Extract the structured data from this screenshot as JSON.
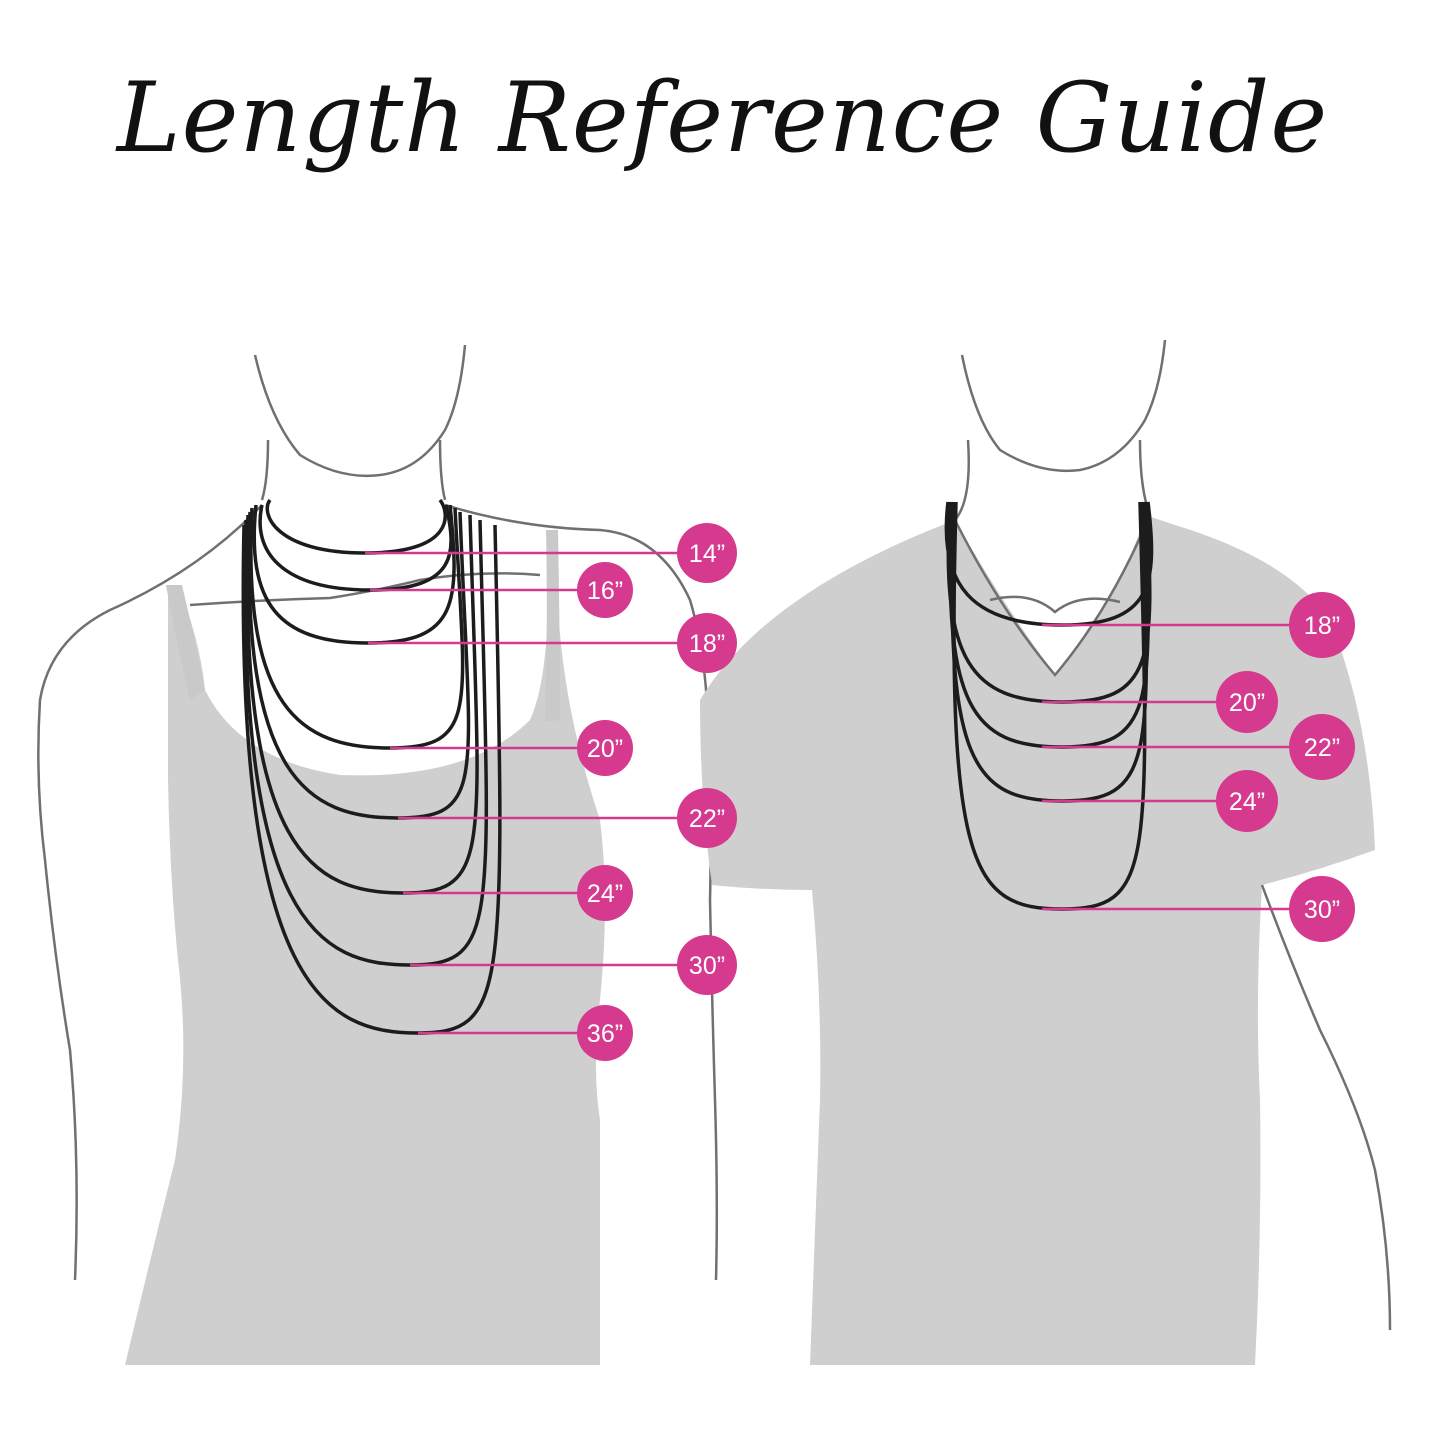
{
  "title": "Length Reference Guide",
  "colors": {
    "accent": "#d63a8f",
    "garment": "#cfcfcf",
    "chain": "#1c1c1c",
    "outline": "#6f6f6f"
  },
  "figures": {
    "woman": {
      "lengths": [
        "14”",
        "16”",
        "18”",
        "20”",
        "22”",
        "24”",
        "30”",
        "36”"
      ]
    },
    "man": {
      "lengths": [
        "18”",
        "20”",
        "22”",
        "24”",
        "30”"
      ]
    }
  }
}
